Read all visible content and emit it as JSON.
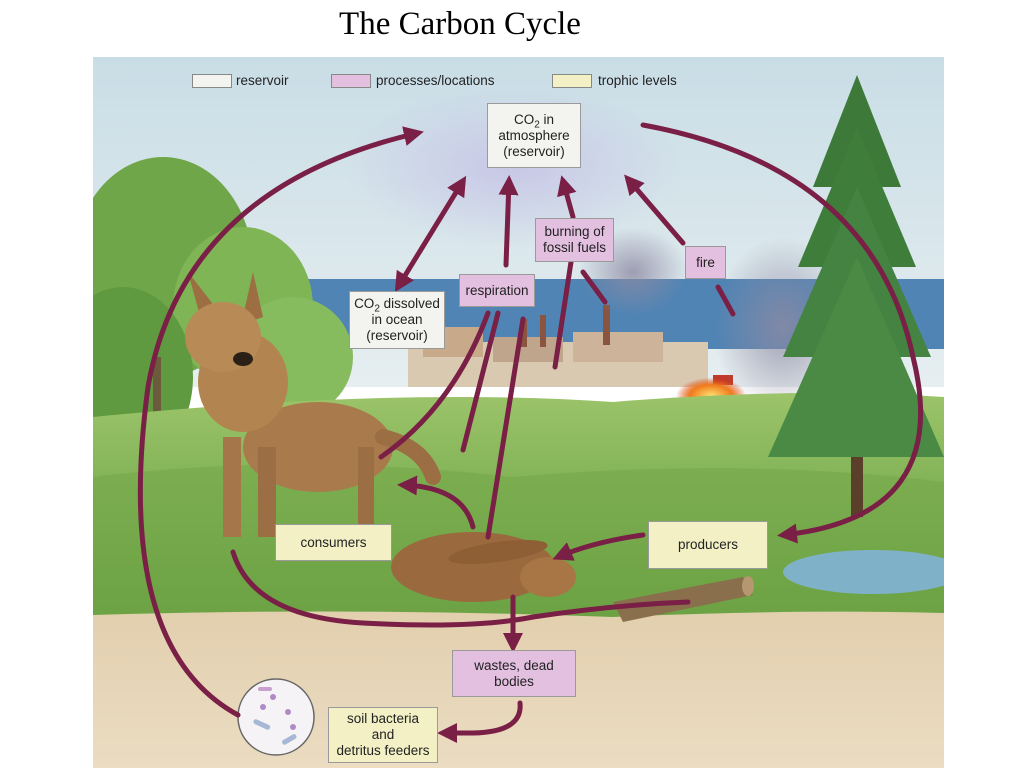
{
  "title": "The Carbon Cycle",
  "legend": {
    "reservoir": "reservoir",
    "processes": "processes/locations",
    "trophic": "trophic levels"
  },
  "colors": {
    "reservoir": "#f3f4ef",
    "process": "#e3bfe0",
    "trophic": "#f2f0c4",
    "arrow": "#7a1f45"
  },
  "labels": {
    "atmosphere": {
      "pre": "CO",
      "sub": "2",
      "post": " in",
      "line2": "atmosphere",
      "line3": "(reservoir)"
    },
    "ocean": {
      "pre": "CO",
      "sub": "2",
      "post": " dissolved",
      "line2": "in ocean",
      "line3": "(reservoir)"
    },
    "respiration": "respiration",
    "fossil_line1": "burning of",
    "fossil_line2": "fossil fuels",
    "fire": "fire",
    "consumers": "consumers",
    "producers": "producers",
    "wastes_line1": "wastes, dead",
    "wastes_line2": "bodies",
    "soil_line1": "soil bacteria",
    "soil_line2": "and",
    "soil_line3": "detritus feeders"
  }
}
